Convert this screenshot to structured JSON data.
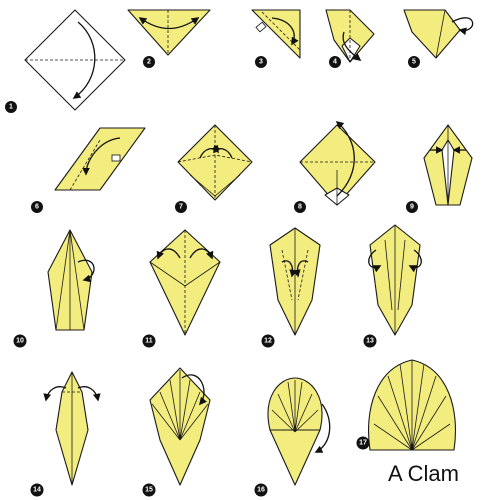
{
  "title": "A Clam",
  "colors": {
    "paper": "#f3ec7e",
    "paper_back": "#ffffff",
    "ink": "#111111"
  },
  "steps": [
    "1",
    "2",
    "3",
    "4",
    "5",
    "6",
    "7",
    "8",
    "9",
    "10",
    "11",
    "12",
    "13",
    "14",
    "15",
    "16",
    "17"
  ]
}
